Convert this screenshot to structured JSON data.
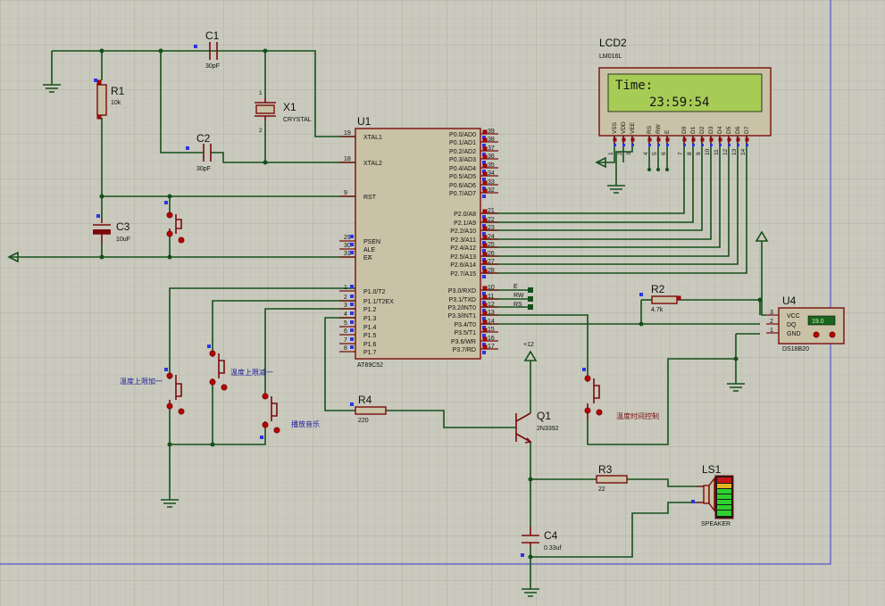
{
  "components": {
    "c1": {
      "ref": "C1",
      "value": "30pF"
    },
    "c2": {
      "ref": "C2",
      "value": "30pF"
    },
    "c3": {
      "ref": "C3",
      "value": "10uF"
    },
    "c4": {
      "ref": "C4",
      "value": "0.33uf"
    },
    "r1": {
      "ref": "R1",
      "value": "10k"
    },
    "r2": {
      "ref": "R2",
      "value": "4.7k"
    },
    "r3": {
      "ref": "R3",
      "value": "22"
    },
    "r4": {
      "ref": "R4",
      "value": "220"
    },
    "x1": {
      "ref": "X1",
      "value": "CRYSTAL"
    },
    "q1": {
      "ref": "Q1",
      "value": "2N3392"
    },
    "u1": {
      "ref": "U1",
      "part": "AT89C52"
    },
    "u4": {
      "ref": "U4",
      "part": "DS18B20",
      "display": "19.0"
    },
    "ls1": {
      "ref": "LS1",
      "part": "SPEAKER"
    },
    "lcd2": {
      "ref": "LCD2",
      "part": "LM016L",
      "line1": "Time:",
      "line2": "23:59:54"
    },
    "supply": "+12"
  },
  "u1_left_pins": [
    {
      "num": "19",
      "name": "XTAL1"
    },
    {
      "num": "18",
      "name": "XTAL2"
    },
    {
      "num": "9",
      "name": "RST"
    },
    {
      "num": "29",
      "name": "PSEN"
    },
    {
      "num": "30",
      "name": "ALE"
    },
    {
      "num": "31",
      "name": "EA"
    },
    {
      "num": "1",
      "name": "P1.0/T2"
    },
    {
      "num": "2",
      "name": "P1.1/T2EX"
    },
    {
      "num": "3",
      "name": "P1.2"
    },
    {
      "num": "4",
      "name": "P1.3"
    },
    {
      "num": "5",
      "name": "P1.4"
    },
    {
      "num": "6",
      "name": "P1.5"
    },
    {
      "num": "7",
      "name": "P1.6"
    },
    {
      "num": "8",
      "name": "P1.7"
    }
  ],
  "u1_right_pins": [
    {
      "num": "39",
      "name": "P0.0/AD0"
    },
    {
      "num": "38",
      "name": "P0.1/AD1"
    },
    {
      "num": "37",
      "name": "P0.2/AD2"
    },
    {
      "num": "36",
      "name": "P0.3/AD3"
    },
    {
      "num": "35",
      "name": "P0.4/AD4"
    },
    {
      "num": "34",
      "name": "P0.5/AD5"
    },
    {
      "num": "33",
      "name": "P0.6/AD6"
    },
    {
      "num": "32",
      "name": "P0.7/AD7"
    },
    {
      "num": "21",
      "name": "P2.0/A8"
    },
    {
      "num": "22",
      "name": "P2.1/A9"
    },
    {
      "num": "23",
      "name": "P2.2/A10"
    },
    {
      "num": "24",
      "name": "P2.3/A11"
    },
    {
      "num": "25",
      "name": "P2.4/A12"
    },
    {
      "num": "26",
      "name": "P2.5/A13"
    },
    {
      "num": "27",
      "name": "P2.6/A14"
    },
    {
      "num": "28",
      "name": "P2.7/A15"
    },
    {
      "num": "10",
      "name": "P3.0/RXD"
    },
    {
      "num": "11",
      "name": "P3.1/TXD"
    },
    {
      "num": "12",
      "name": "P3.2/INT0"
    },
    {
      "num": "13",
      "name": "P3.3/INT1"
    },
    {
      "num": "14",
      "name": "P3.4/T0"
    },
    {
      "num": "15",
      "name": "P3.5/T1"
    },
    {
      "num": "16",
      "name": "P3.6/WR"
    },
    {
      "num": "17",
      "name": "P3.7/RD"
    }
  ],
  "lcd_pins": [
    {
      "name": "VSS",
      "num": "1"
    },
    {
      "name": "VDD",
      "num": "2"
    },
    {
      "name": "VEE",
      "num": "3"
    },
    {
      "name": "RS",
      "num": "4"
    },
    {
      "name": "RW",
      "num": "5"
    },
    {
      "name": "E",
      "num": "6"
    },
    {
      "name": "D0",
      "num": "7"
    },
    {
      "name": "D1",
      "num": "8"
    },
    {
      "name": "D2",
      "num": "9"
    },
    {
      "name": "D3",
      "num": "10"
    },
    {
      "name": "D4",
      "num": "11"
    },
    {
      "name": "D5",
      "num": "12"
    },
    {
      "name": "D6",
      "num": "13"
    },
    {
      "name": "D7",
      "num": "14"
    }
  ],
  "u4_pins": [
    {
      "num": "3",
      "name": "VCC"
    },
    {
      "num": "2",
      "name": "DQ"
    },
    {
      "num": "1",
      "name": "GND"
    }
  ],
  "net_labels": {
    "e": "E",
    "rw": "RW",
    "rs": "RS"
  },
  "buttons": {
    "temp_up": "温度上限加一",
    "temp_down": "温度上限减一",
    "play_music": "播放音乐",
    "temp_time": "温度时间控制"
  },
  "colors": {
    "wire": "#14501a",
    "component": "#7a0b0b",
    "sheet": "#c9c9bd",
    "lcd": "#a7cc55"
  }
}
